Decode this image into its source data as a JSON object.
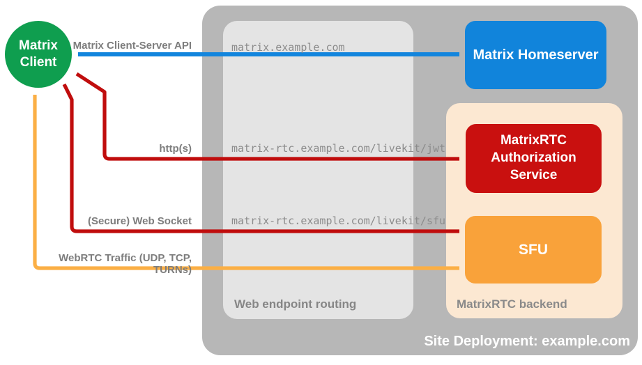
{
  "diagram": {
    "client": {
      "lines": [
        "Matrix",
        "Client"
      ],
      "color": "#0f9e4f",
      "text_color": "#ffffff"
    },
    "containers": {
      "site": {
        "label": "Site Deployment: example.com",
        "color": "#b7b7b7",
        "label_color": "#ffffff"
      },
      "routing": {
        "label": "Web endpoint routing",
        "color": "#e4e4e4",
        "label_color": "#868686"
      },
      "backend": {
        "label": "MatrixRTC backend",
        "color": "#fce8d2",
        "label_color": "#8a8a8a"
      }
    },
    "nodes": {
      "homeserver": {
        "label": "Matrix Homeserver",
        "color": "#1184db",
        "text_color": "#ffffff"
      },
      "auth": {
        "lines": [
          "MatrixRTC",
          "Authorization",
          "Service"
        ],
        "color": "#c9100f",
        "text_color": "#ffffff"
      },
      "sfu": {
        "label": "SFU",
        "color": "#f9a23a",
        "text_color": "#ffffff"
      }
    },
    "arrows": {
      "cs_api": {
        "label": "Matrix Client-Server API",
        "endpoint": "matrix.example.com",
        "color": "#1285dd"
      },
      "http": {
        "label": "http(s)",
        "endpoint": "matrix-rtc.example.com/livekit/jwt",
        "color": "#c00d0d"
      },
      "websocket": {
        "label": "(Secure) Web Socket",
        "endpoint": "matrix-rtc.example.com/livekit/sfu",
        "color": "#c00d0d"
      },
      "webrtc": {
        "label": "WebRTC Traffic (UDP, TCP, TURNs)",
        "endpoint": "",
        "color": "#fbaf45"
      }
    },
    "label_color": "#7d7d7d",
    "endpoint_text_color": "#8c8c8c"
  }
}
